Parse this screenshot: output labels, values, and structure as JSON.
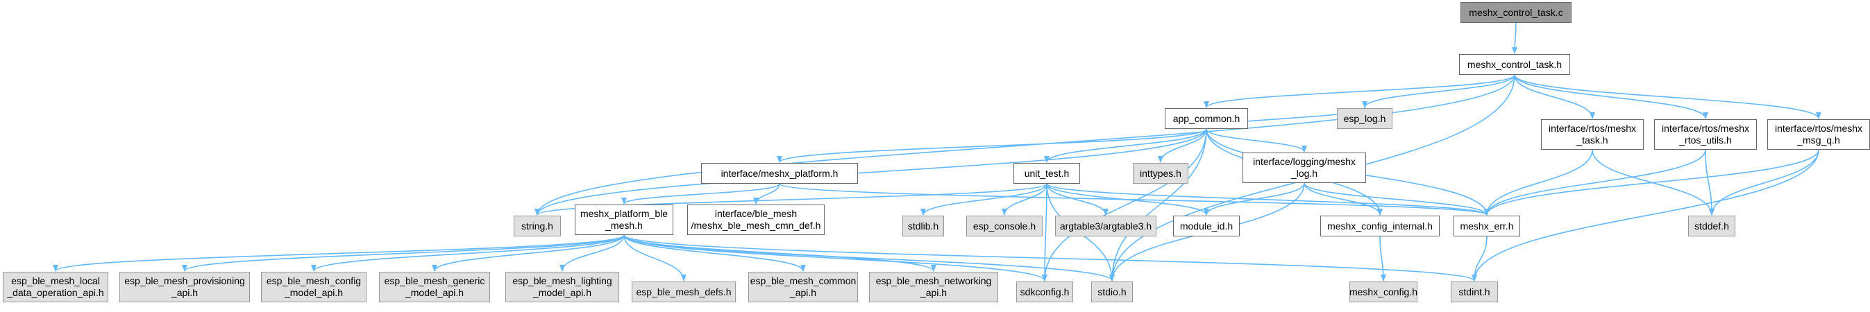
{
  "colors": {
    "edge": "#63b8ff",
    "root_fill": "#999999",
    "doc_fill": "#ffffff",
    "sys_fill": "#e0e0e0"
  },
  "nodes": {
    "n_task_c": {
      "label": "meshx_control_task.c",
      "kind": "root"
    },
    "n_task_h": {
      "label": "meshx_control_task.h",
      "kind": "doc"
    },
    "n_app_common": {
      "label": "app_common.h",
      "kind": "doc"
    },
    "n_rtos_task": {
      "label": "interface/rtos/meshx\n_task.h",
      "kind": "doc"
    },
    "n_rtos_utils": {
      "label": "interface/rtos/meshx\n_rtos_utils.h",
      "kind": "doc"
    },
    "n_rtos_msgq": {
      "label": "interface/rtos/meshx\n_msg_q.h",
      "kind": "doc"
    },
    "n_platform": {
      "label": "interface/meshx_platform.h",
      "kind": "doc"
    },
    "n_unit_test": {
      "label": "unit_test.h",
      "kind": "doc"
    },
    "n_inttypes": {
      "label": "inttypes.h",
      "kind": "sys"
    },
    "n_logging": {
      "label": "interface/logging/meshx\n_log.h",
      "kind": "doc"
    },
    "n_esp_log": {
      "label": "esp_log.h",
      "kind": "sys"
    },
    "n_string": {
      "label": "string.h",
      "kind": "sys"
    },
    "n_platform_ble": {
      "label": "meshx_platform_ble\n_mesh.h",
      "kind": "doc"
    },
    "n_cmn_def": {
      "label": "interface/ble_mesh\n/meshx_ble_mesh_cmn_def.h",
      "kind": "doc"
    },
    "n_stdlib": {
      "label": "stdlib.h",
      "kind": "sys"
    },
    "n_esp_console": {
      "label": "esp_console.h",
      "kind": "sys"
    },
    "n_argtable": {
      "label": "argtable3/argtable3.h",
      "kind": "sys"
    },
    "n_module_id": {
      "label": "module_id.h",
      "kind": "doc"
    },
    "n_cfg_internal": {
      "label": "meshx_config_internal.h",
      "kind": "doc"
    },
    "n_meshx_err": {
      "label": "meshx_err.h",
      "kind": "doc"
    },
    "n_stddef": {
      "label": "stddef.h",
      "kind": "sys"
    },
    "n_local_data": {
      "label": "esp_ble_mesh_local\n_data_operation_api.h",
      "kind": "sys"
    },
    "n_provisioning": {
      "label": "esp_ble_mesh_provisioning\n_api.h",
      "kind": "sys"
    },
    "n_config_model": {
      "label": "esp_ble_mesh_config\n_model_api.h",
      "kind": "sys"
    },
    "n_generic_model": {
      "label": "esp_ble_mesh_generic\n_model_api.h",
      "kind": "sys"
    },
    "n_lighting": {
      "label": "esp_ble_mesh_lighting\n_model_api.h",
      "kind": "sys"
    },
    "n_defs": {
      "label": "esp_ble_mesh_defs.h",
      "kind": "sys"
    },
    "n_common_api": {
      "label": "esp_ble_mesh_common\n_api.h",
      "kind": "sys"
    },
    "n_networking": {
      "label": "esp_ble_mesh_networking\n_api.h",
      "kind": "sys"
    },
    "n_sdkconfig": {
      "label": "sdkconfig.h",
      "kind": "sys"
    },
    "n_stdio": {
      "label": "stdio.h",
      "kind": "sys"
    },
    "n_stdint": {
      "label": "stdint.h",
      "kind": "sys"
    },
    "n_meshx_config": {
      "label": "meshx_config.h",
      "kind": "sys"
    }
  },
  "edges": [
    [
      "n_task_c",
      "n_task_h"
    ],
    [
      "n_task_h",
      "n_app_common"
    ],
    [
      "n_task_h",
      "n_string"
    ],
    [
      "n_task_h",
      "n_esp_log"
    ],
    [
      "n_task_h",
      "n_stdio"
    ],
    [
      "n_task_h",
      "n_rtos_task"
    ],
    [
      "n_task_h",
      "n_rtos_utils"
    ],
    [
      "n_task_h",
      "n_rtos_msgq"
    ],
    [
      "n_app_common",
      "n_string"
    ],
    [
      "n_app_common",
      "n_platform"
    ],
    [
      "n_app_common",
      "n_unit_test"
    ],
    [
      "n_app_common",
      "n_inttypes"
    ],
    [
      "n_app_common",
      "n_logging"
    ],
    [
      "n_app_common",
      "n_esp_log"
    ],
    [
      "n_app_common",
      "n_meshx_err"
    ],
    [
      "n_app_common",
      "n_cfg_internal"
    ],
    [
      "n_app_common",
      "n_stdio"
    ],
    [
      "n_app_common",
      "n_sdkconfig"
    ],
    [
      "n_platform",
      "n_platform_ble"
    ],
    [
      "n_platform",
      "n_cmn_def"
    ],
    [
      "n_platform",
      "n_meshx_err"
    ],
    [
      "n_unit_test",
      "n_string"
    ],
    [
      "n_unit_test",
      "n_stdlib"
    ],
    [
      "n_unit_test",
      "n_esp_console"
    ],
    [
      "n_unit_test",
      "n_argtable"
    ],
    [
      "n_unit_test",
      "n_module_id"
    ],
    [
      "n_unit_test",
      "n_meshx_err"
    ],
    [
      "n_unit_test",
      "n_stdio"
    ],
    [
      "n_unit_test",
      "n_sdkconfig"
    ],
    [
      "n_logging",
      "n_module_id"
    ],
    [
      "n_logging",
      "n_cfg_internal"
    ],
    [
      "n_logging",
      "n_meshx_err"
    ],
    [
      "n_logging",
      "n_stdio"
    ],
    [
      "n_rtos_task",
      "n_meshx_err"
    ],
    [
      "n_rtos_task",
      "n_stddef"
    ],
    [
      "n_rtos_utils",
      "n_meshx_err"
    ],
    [
      "n_rtos_utils",
      "n_stddef"
    ],
    [
      "n_rtos_msgq",
      "n_meshx_err"
    ],
    [
      "n_rtos_msgq",
      "n_stddef"
    ],
    [
      "n_rtos_msgq",
      "n_stdint"
    ],
    [
      "n_cfg_internal",
      "n_meshx_config"
    ],
    [
      "n_meshx_err",
      "n_stdint"
    ],
    [
      "n_platform_ble",
      "n_local_data"
    ],
    [
      "n_platform_ble",
      "n_provisioning"
    ],
    [
      "n_platform_ble",
      "n_config_model"
    ],
    [
      "n_platform_ble",
      "n_generic_model"
    ],
    [
      "n_platform_ble",
      "n_lighting"
    ],
    [
      "n_platform_ble",
      "n_defs"
    ],
    [
      "n_platform_ble",
      "n_common_api"
    ],
    [
      "n_platform_ble",
      "n_networking"
    ],
    [
      "n_platform_ble",
      "n_sdkconfig"
    ],
    [
      "n_platform_ble",
      "n_stdio"
    ],
    [
      "n_platform_ble",
      "n_stdint"
    ]
  ]
}
